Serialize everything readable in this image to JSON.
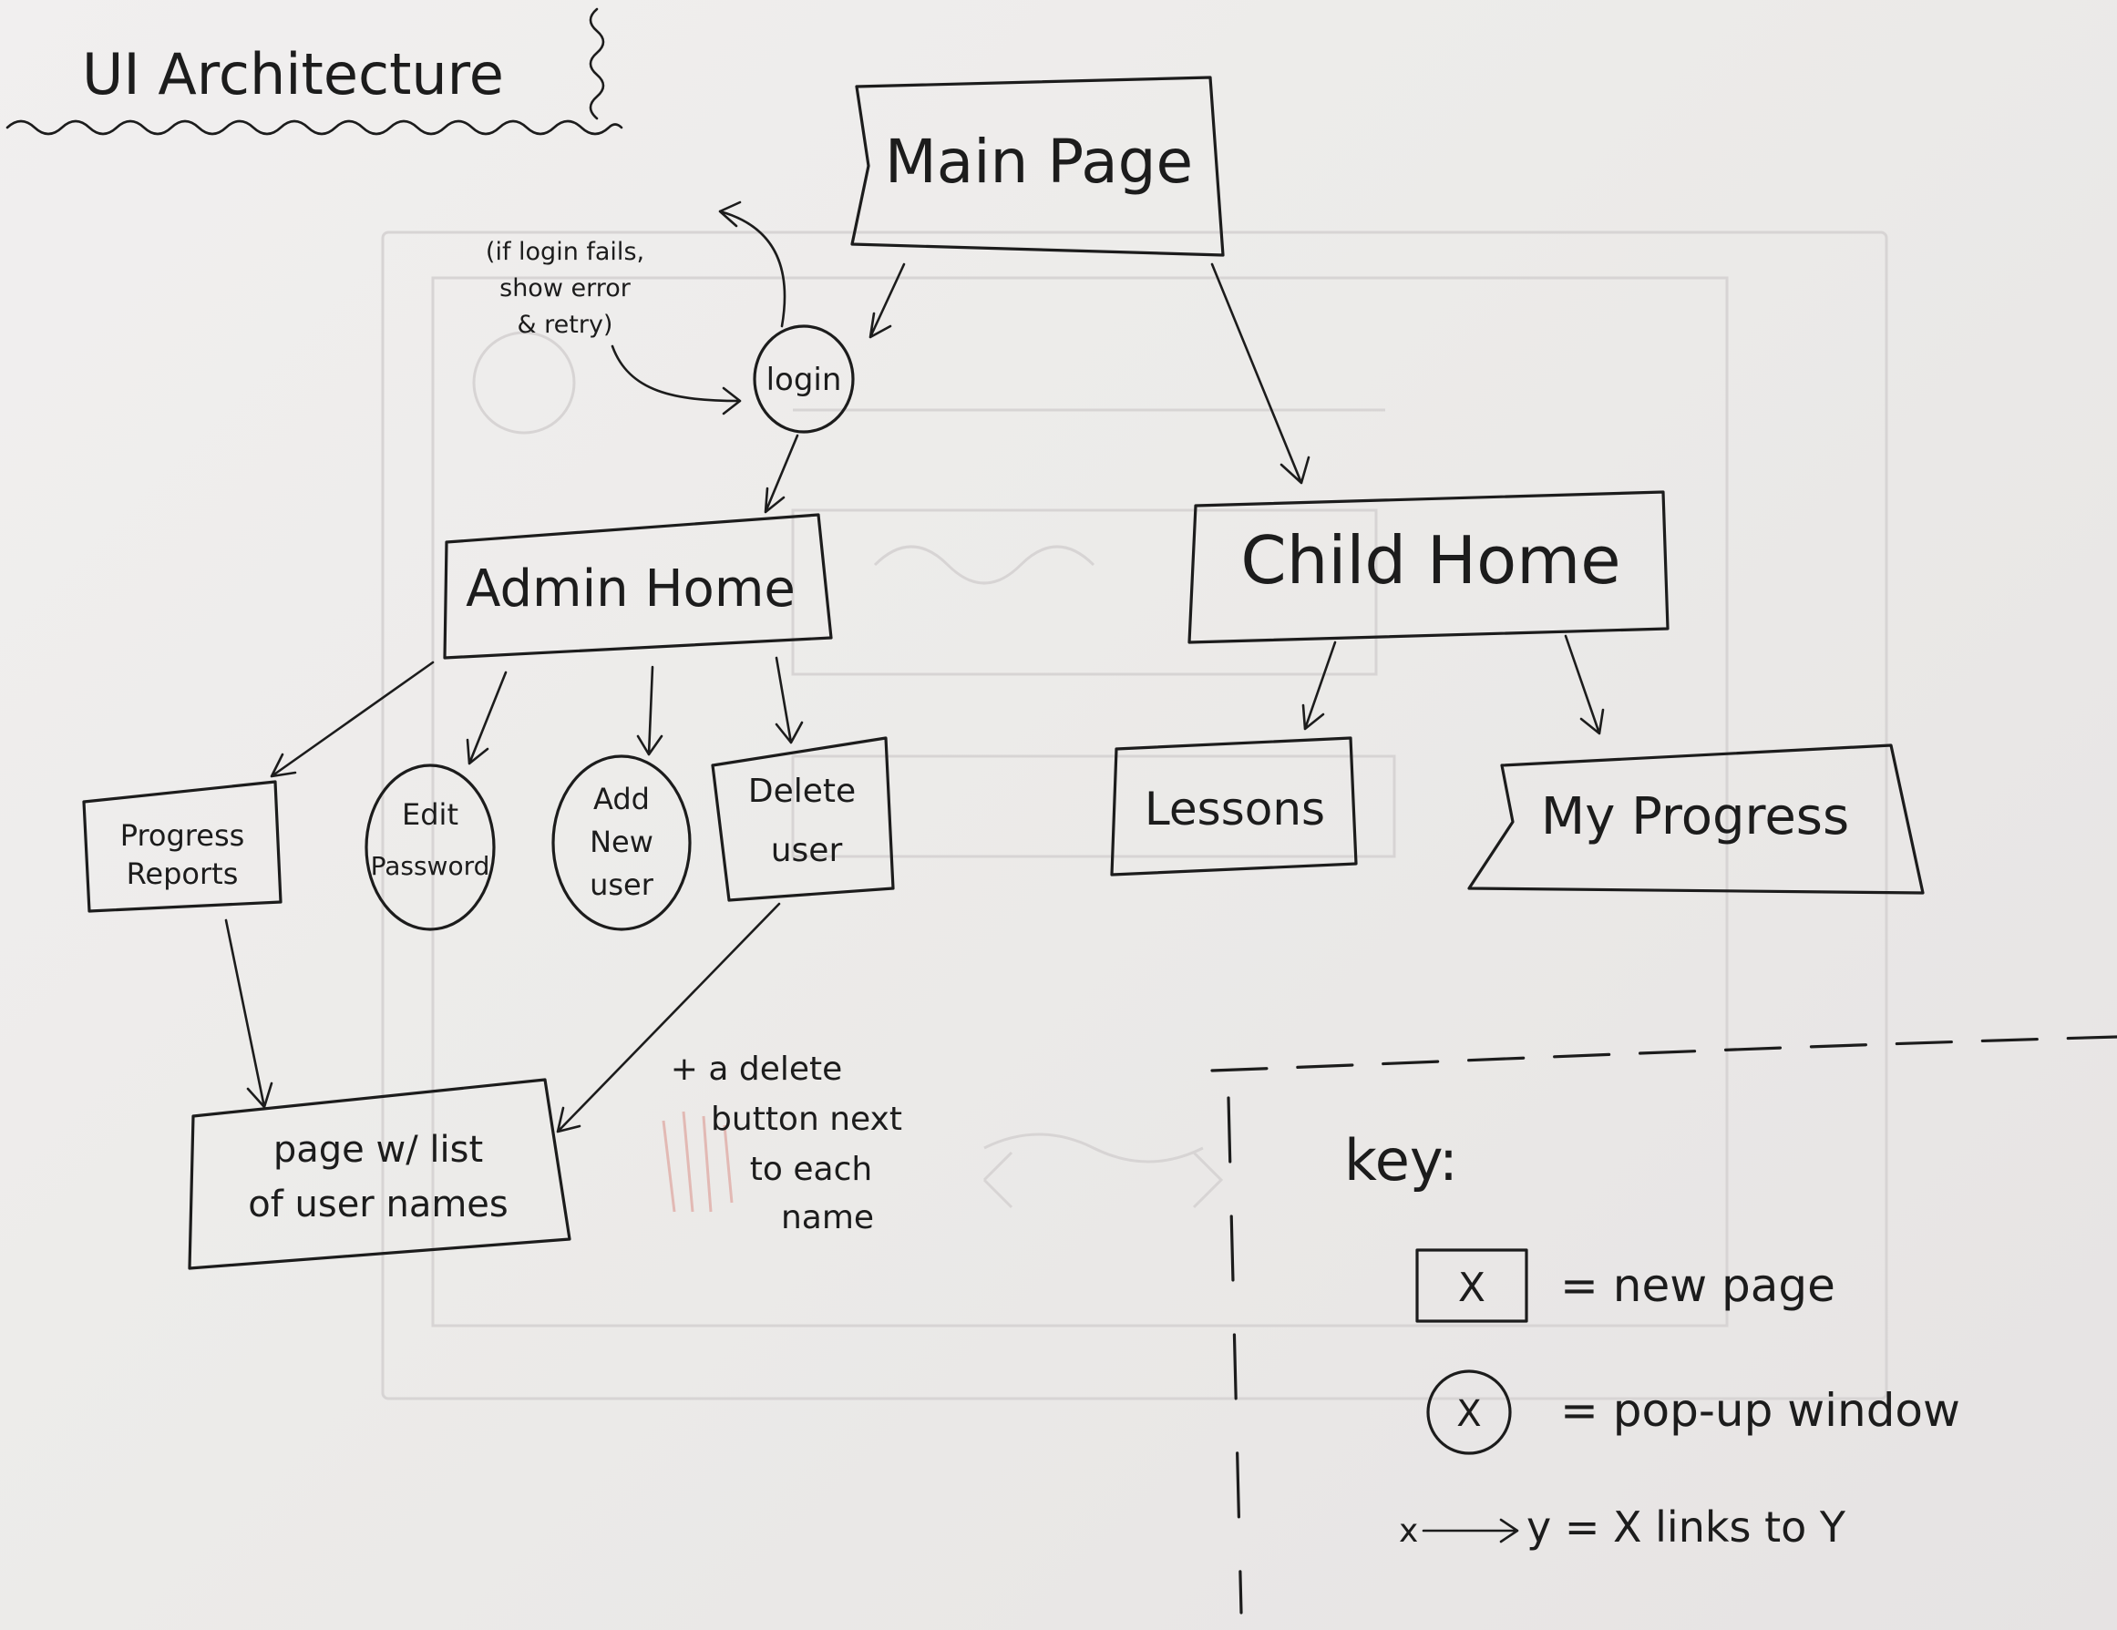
{
  "title": "UI Architecture",
  "nodes": {
    "main_page": "Main Page",
    "login": "login",
    "login_note": [
      "(if login fails,",
      "show error",
      "& retry)"
    ],
    "admin_home": "Admin Home",
    "child_home": "Child Home",
    "progress_reports": [
      "Progress",
      "Reports"
    ],
    "edit_password": [
      "Edit",
      "Password"
    ],
    "add_new_user": [
      "Add",
      "New",
      "user"
    ],
    "delete_user": [
      "Delete",
      "user"
    ],
    "user_list_page": [
      "page w/ list",
      "of user names"
    ],
    "delete_note": [
      "+ a delete",
      "button next",
      "to each",
      "name"
    ],
    "lessons": "Lessons",
    "my_progress": "My Progress"
  },
  "key": {
    "heading": "key:",
    "box_symbol": "X",
    "box_meaning": "= new page",
    "circle_symbol": "X",
    "circle_meaning": "= pop-up window",
    "arrow_from": "x",
    "arrow_meaning": "y = X links to Y"
  }
}
